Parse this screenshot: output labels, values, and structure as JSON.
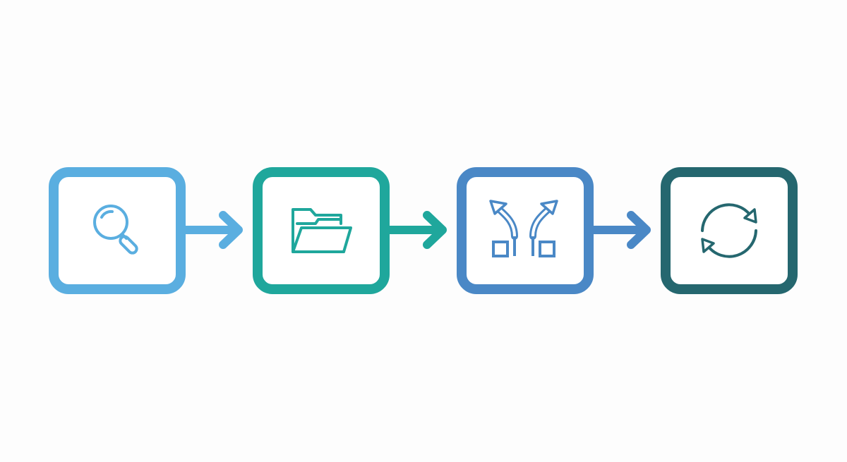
{
  "diagram": {
    "steps": [
      {
        "icon": "magnifying-glass-icon",
        "color": "#5aaee0"
      },
      {
        "icon": "open-folder-icon",
        "color": "#1fa79c"
      },
      {
        "icon": "diverging-paths-icon",
        "color": "#4a88c6"
      },
      {
        "icon": "refresh-cycle-icon",
        "color": "#25676f"
      }
    ],
    "connectors": [
      {
        "from": 1,
        "to": 2,
        "color": "#5aaee0"
      },
      {
        "from": 2,
        "to": 3,
        "color": "#1fa79c"
      },
      {
        "from": 3,
        "to": 4,
        "color": "#4a88c6"
      }
    ]
  }
}
